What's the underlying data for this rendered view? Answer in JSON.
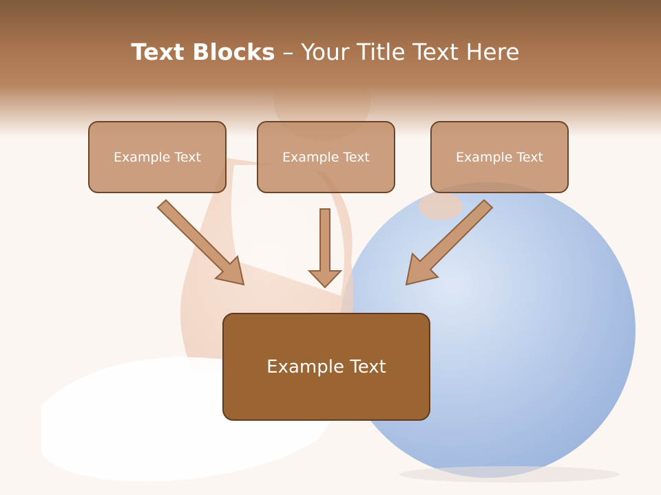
{
  "slide": {
    "title_bold": "Text Blocks",
    "title_dash": "–",
    "title_rest": "Your Title Text Here"
  },
  "blocks": [
    {
      "label": "Example Text"
    },
    {
      "label": "Example Text"
    },
    {
      "label": "Example Text"
    }
  ],
  "main_block": {
    "label": "Example Text"
  },
  "colors": {
    "header": "#a8744e",
    "box_fill": "#be8a64",
    "main_fill": "#9a6433",
    "border": "#6b4528",
    "ball": "#a9c1e6"
  }
}
